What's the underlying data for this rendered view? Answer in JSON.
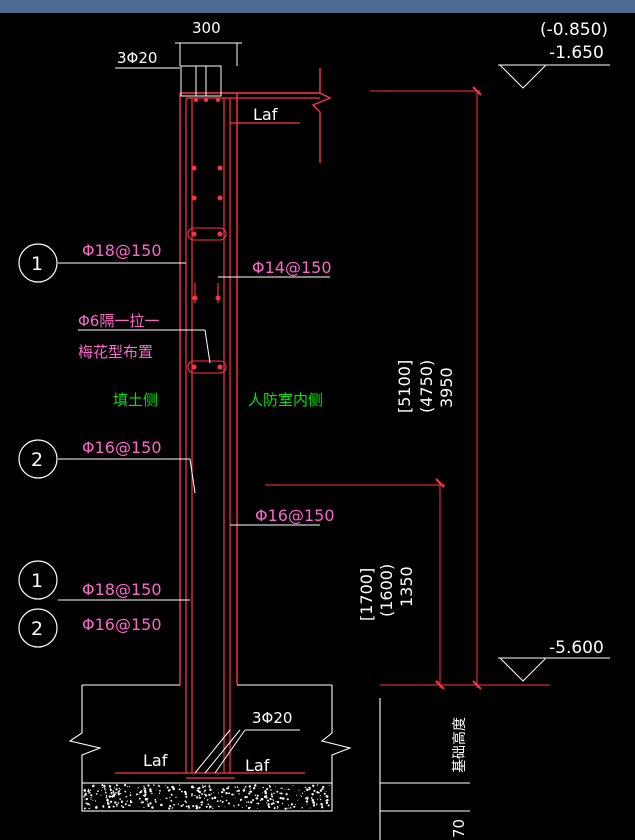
{
  "colors": {
    "background": "#000000",
    "title_bar": "#4d6a93",
    "wall_line": "#ff3344",
    "dim_line": "#ff3344",
    "text": "#ffffff",
    "magenta_text": "#ff66cc",
    "green_text": "#00e600"
  },
  "dimensions": {
    "wall_width": "300",
    "top_elev_paren": "(-0.850)",
    "top_elev": "-1.650",
    "bottom_elev": "-5.600",
    "height_bracket": "[5100]",
    "height_paren": "(4750)",
    "height": "3950",
    "low_bracket": "[1700]",
    "low_paren": "(1600)",
    "low": "1350",
    "bottom_cut": "70"
  },
  "rebar": {
    "top_bars": "3Φ20",
    "top_laf": "Laf",
    "outer_vertical_1": "Φ18@150",
    "inner_vertical": "Φ14@150",
    "tie_line1": "Φ6隔一拉一",
    "tie_line2": "梅花型布置",
    "outer_vertical_2": "Φ16@150",
    "inner_lower": "Φ16@150",
    "outer_lower_1": "Φ18@150",
    "outer_lower_2": "Φ16@150",
    "bottom_bars": "3Φ20",
    "bottom_laf_left": "Laf",
    "bottom_laf_right": "Laf"
  },
  "labels": {
    "fill_side": "填土侧",
    "shelter_side": "人防室内侧",
    "foundation_height": "基础高度"
  },
  "markers": {
    "m1a": "1",
    "m2a": "2",
    "m1b": "1",
    "m2b": "2"
  }
}
